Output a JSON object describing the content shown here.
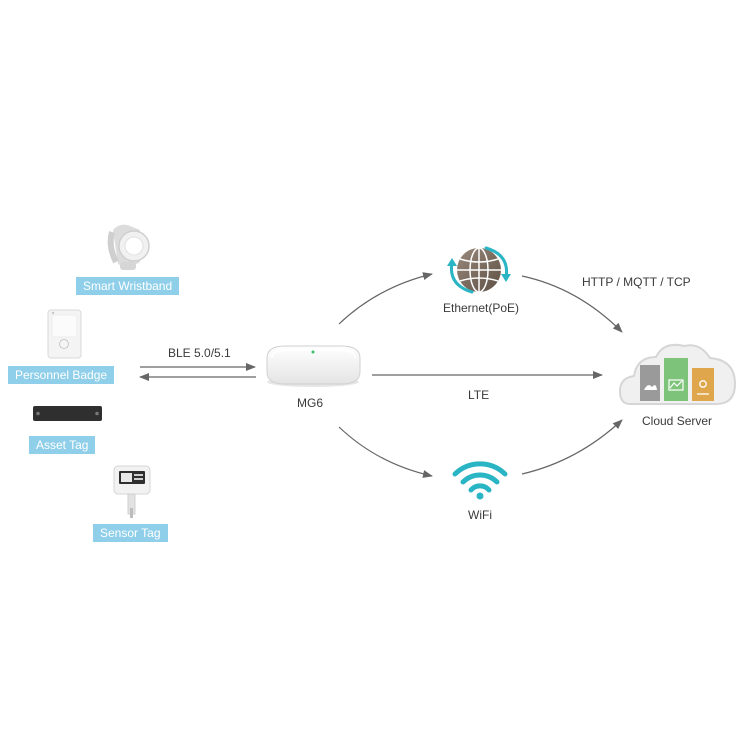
{
  "devices": {
    "smart_wristband": "Smart Wristband",
    "personnel_badge": "Personnel Badge",
    "asset_tag": "Asset Tag",
    "sensor_tag": "Sensor Tag"
  },
  "gateway": {
    "name": "MG6"
  },
  "links": {
    "ble": "BLE 5.0/5.1",
    "ethernet": "Ethernet(PoE)",
    "lte": "LTE",
    "wifi": "WiFi",
    "protocols": "HTTP / MQTT / TCP"
  },
  "cloud": {
    "name": "Cloud Server"
  },
  "colors": {
    "tag_bg": "#8fcfe9",
    "arrow": "#666666",
    "accent_teal": "#2ab5c4",
    "cloud_green": "#7dc47a",
    "cloud_orange": "#e0a64b"
  }
}
